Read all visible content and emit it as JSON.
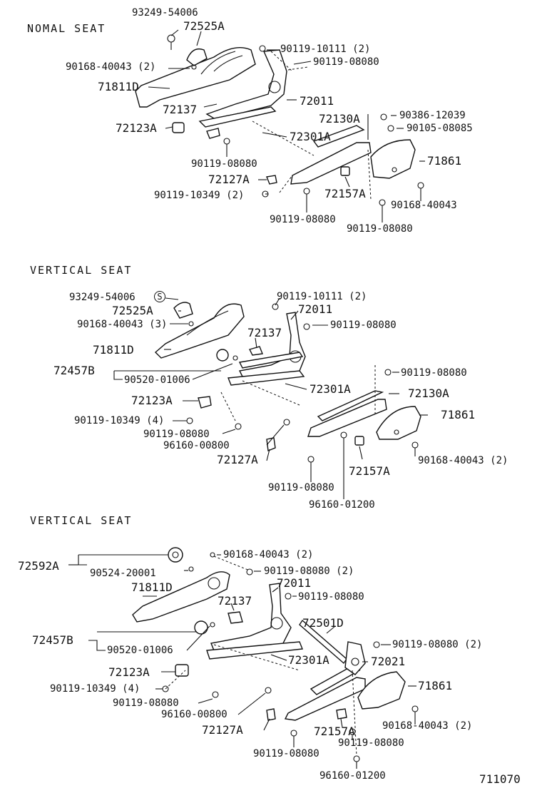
{
  "sections": [
    {
      "title": "NOMAL SEAT"
    },
    {
      "title": "VERTICAL SEAT"
    },
    {
      "title": "VERTICAL SEAT"
    }
  ],
  "labels": {
    "s1": {
      "p93249_54006": "93249-54006",
      "p72525A": "72525A",
      "p90168_40043_2": "90168-40043 (2)",
      "p71811D": "71811D",
      "p72137": "72137",
      "p72123A": "72123A",
      "p90119_10111_2": "90119-10111 (2)",
      "p90119_08080_a": "90119-08080",
      "p72011": "72011",
      "p72130A": "72130A",
      "p90386_12039": "90386-12039",
      "p90105_08085": "90105-08085",
      "p72301A": "72301A",
      "p90119_08080_b": "90119-08080",
      "p71861": "71861",
      "p72127A": "72127A",
      "p90119_10349_2": "90119-10349 (2)",
      "p72157A": "72157A",
      "p90168_40043": "90168-40043",
      "p90119_08080_c": "90119-08080",
      "p90119_08080_d": "90119-08080"
    },
    "s2": {
      "p93249_54006": "93249-54006",
      "p72525A": "72525A",
      "p90168_40043_3": "90168-40043 (3)",
      "p71811D": "71811D",
      "p72457B": "72457B",
      "p90520_01006": "90520-01006",
      "p72137": "72137",
      "p90119_10111_2": "90119-10111 (2)",
      "p72011": "72011",
      "p90119_08080_a": "90119-08080",
      "p90119_08080_b": "90119-08080",
      "p72301A": "72301A",
      "p72130A": "72130A",
      "p72123A": "72123A",
      "p71861": "71861",
      "p90119_10349_4": "90119-10349 (4)",
      "p90119_08080_c": "90119-08080",
      "p96160_00800": "96160-00800",
      "p72127A": "72127A",
      "p90168_40043_2": "90168-40043 (2)",
      "p72157A": "72157A",
      "p90119_08080_d": "90119-08080",
      "p96160_01200": "96160-01200"
    },
    "s3": {
      "p72592A": "72592A",
      "p90524_20001": "90524-20001",
      "p90168_40043_2": "90168-40043 (2)",
      "p90119_08080_2a": "90119-08080 (2)",
      "p71811D": "71811D",
      "p72011": "72011",
      "p90119_08080_a": "90119-08080",
      "p72137": "72137",
      "p72501D": "72501D",
      "p72457B": "72457B",
      "p90119_08080_2b": "90119-08080 (2)",
      "p90520_01006": "90520-01006",
      "p72301A": "72301A",
      "p72021": "72021",
      "p72123A": "72123A",
      "p71861": "71861",
      "p90119_10349_4": "90119-10349 (4)",
      "p90119_08080_b": "90119-08080",
      "p96160_00800": "96160-00800",
      "p72127A": "72127A",
      "p72157A": "72157A",
      "p90168_40043_2b": "90168-40043 (2)",
      "p90119_08080_c": "90119-08080",
      "p90119_08080_d": "90119-08080",
      "p96160_01200": "96160-01200"
    }
  },
  "footer": {
    "code": "711070"
  }
}
